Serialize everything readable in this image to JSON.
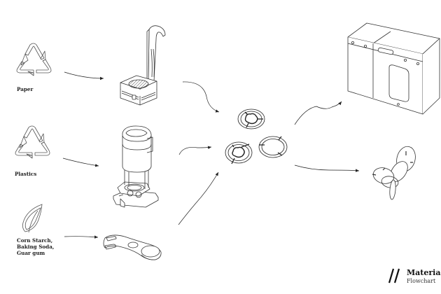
{
  "diagram": {
    "type": "material flowchart",
    "inputs": [
      {
        "id": "paper",
        "label": "Paper",
        "icon": "recycle-icon"
      },
      {
        "id": "plastics",
        "label": "Plastics",
        "icon": "recycle-icon"
      },
      {
        "id": "corn",
        "label_lines": [
          "Corn Starch,",
          "Baking Soda,",
          "Guar gum"
        ],
        "icon": "leaf-icon"
      }
    ],
    "tools": [
      {
        "id": "paper-press",
        "icon": "paper-press-icon",
        "input": "paper"
      },
      {
        "id": "plastic-mold-press",
        "icon": "mold-press-icon",
        "input": "plastics"
      },
      {
        "id": "measuring-spoon",
        "icon": "measuring-spoon-icon",
        "input": "corn"
      }
    ],
    "intermediate": {
      "id": "discs",
      "icon": "recycled-discs-icon"
    },
    "outputs": [
      {
        "id": "machine",
        "icon": "machine-cabinet-icon"
      },
      {
        "id": "chain",
        "icon": "chain-links-icon"
      }
    ]
  },
  "brand": {
    "title": "MateriaLab",
    "subtitle": "Flowchart",
    "logo_icon": "double-slash-icon"
  },
  "colors": {
    "line": "#333333",
    "background": "#ffffff",
    "text": "#222222"
  }
}
